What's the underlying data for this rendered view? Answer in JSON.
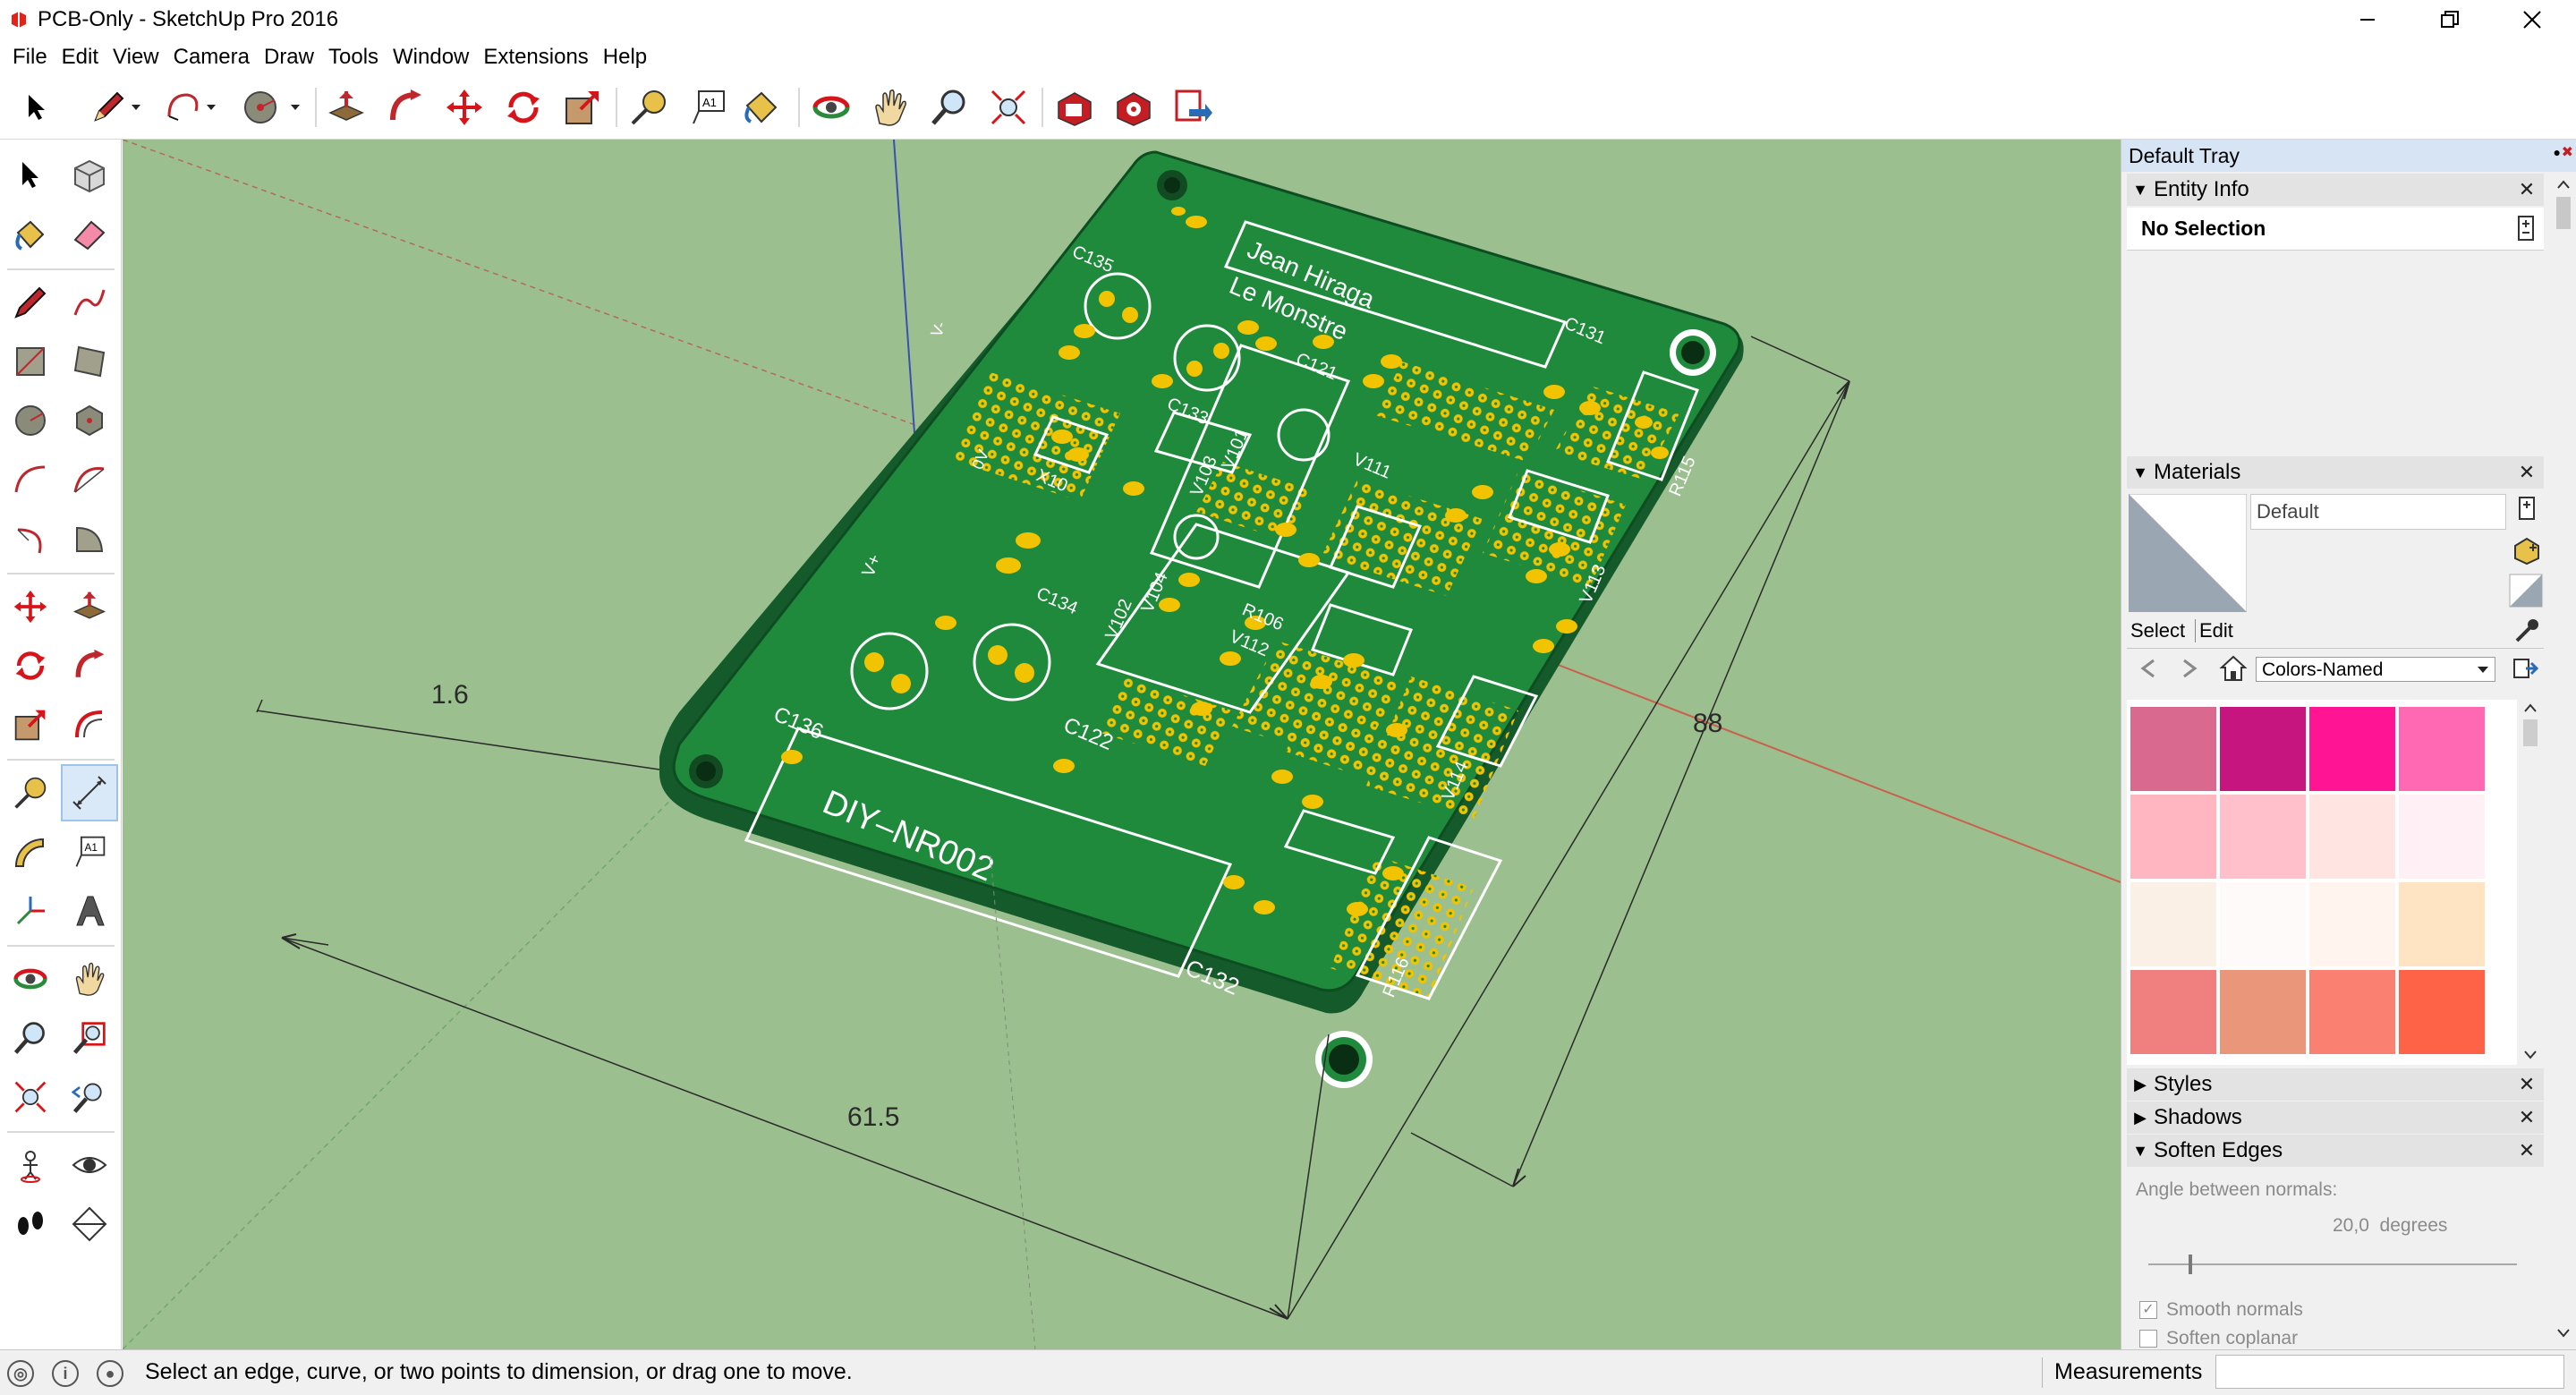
{
  "window": {
    "title": "PCB-Only - SketchUp Pro 2016"
  },
  "menu": [
    "File",
    "Edit",
    "View",
    "Camera",
    "Draw",
    "Tools",
    "Window",
    "Extensions",
    "Help"
  ],
  "toolbar": {
    "tools": [
      "select",
      "pencil",
      "line-dropdown",
      "arc",
      "arc-dropdown",
      "circle",
      "circle-dropdown",
      "push-pull",
      "follow-me",
      "move",
      "rotate",
      "scale",
      "tape-measure",
      "text",
      "paint-bucket",
      "orbit",
      "pan",
      "zoom",
      "zoom-extents",
      "3d-warehouse",
      "extension-warehouse",
      "send-to-layout"
    ]
  },
  "viewport": {
    "dimensions": {
      "thickness": "1.6",
      "width": "61.5",
      "length": "88"
    },
    "pcb_labels": {
      "author": "Jean Hiraga",
      "name": "Le Monstre",
      "board": "DIY–NR002",
      "refs": [
        "C135",
        "C131",
        "C121",
        "C133",
        "C134",
        "C122",
        "C136",
        "C132",
        "V103",
        "V101",
        "V102",
        "V104",
        "V111",
        "V112",
        "V113",
        "V114",
        "R106",
        "R115",
        "R116",
        "X10",
        "0V",
        "V+",
        "V-"
      ]
    }
  },
  "tray": {
    "title": "Default Tray",
    "entity_info": {
      "header": "Entity Info",
      "selection": "No Selection"
    },
    "materials": {
      "header": "Materials",
      "current_name": "Default",
      "tabs": {
        "select": "Select",
        "edit": "Edit"
      },
      "library": "Colors-Named",
      "swatches": [
        "#d9698f",
        "#c7157f",
        "#ff1493",
        "#ff69b4",
        "#ffb6c1",
        "#ffc0cb",
        "#ffe4e1",
        "#fff0f5",
        "#faf0e6",
        "#fffafa",
        "#fff5ee",
        "#ffe4c4",
        "#f08080",
        "#e9967a",
        "#fa8072",
        "#ff6347"
      ]
    },
    "styles": {
      "header": "Styles"
    },
    "shadows": {
      "header": "Shadows"
    },
    "soften_edges": {
      "header": "Soften Edges",
      "angle_label": "Angle between normals:",
      "angle_value": "20,0  degrees",
      "smooth_normals": "Smooth normals",
      "soften_coplanar": "Soften coplanar",
      "angle_fraction": 0.11
    }
  },
  "status": {
    "message": "Select an edge, curve, or two points to dimension, or drag one to move.",
    "measurements_label": "Measurements",
    "measurements_value": ""
  },
  "colors": {
    "ground": "#9cbf8f",
    "pcb_green": "#1f8a3c",
    "pcb_dark": "#145a2a",
    "pad_gold": "#f2c300",
    "silkscreen": "#ffffff",
    "tray_header": "#d6e4f4"
  }
}
